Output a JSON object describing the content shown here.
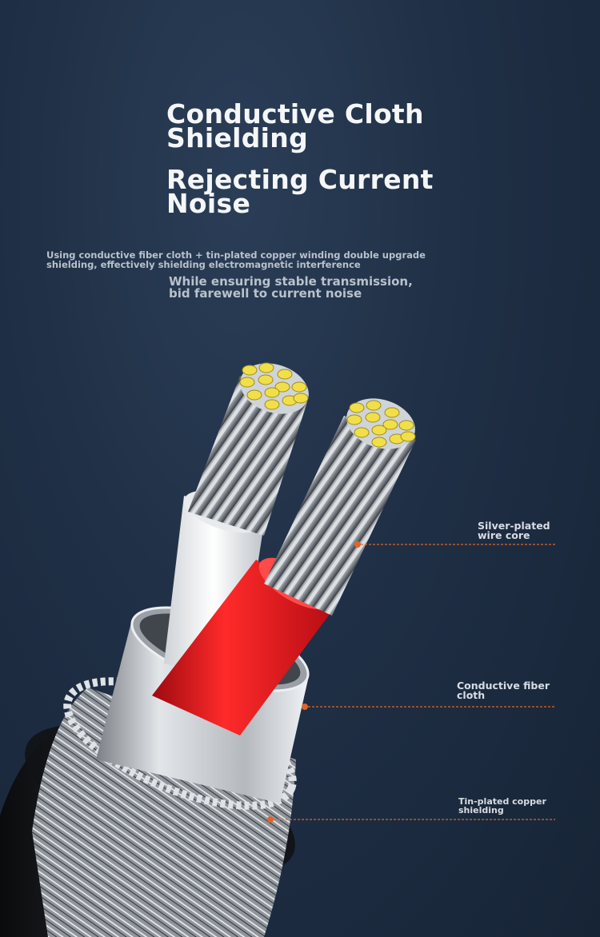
{
  "heading_1": "Conductive Cloth\n Shielding",
  "heading_2": "Rejecting Current\n Noise",
  "description_1": "Using conductive fiber cloth + tin-plated copper winding double upgrade\n shielding, effectively shielding electromagnetic interference",
  "description_2": "While ensuring stable transmission,\n bid farewell to current noise",
  "callouts": [
    {
      "label": "Silver-plated\n wire core"
    },
    {
      "label": "Conductive fiber\n cloth"
    },
    {
      "label": "Tin-plated copper\n shielding"
    }
  ],
  "colors": {
    "background": "#1f2f45",
    "callout_line": "#e0652a",
    "red_insulation": "#e0171e",
    "white_insulation": "#f2f2f2",
    "conductor_tips": "#f1df4a"
  }
}
